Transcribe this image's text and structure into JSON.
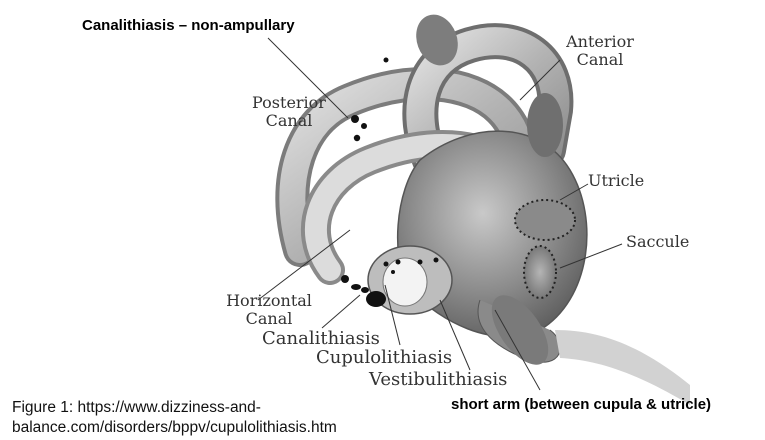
{
  "annotations": {
    "canalithiasis_note": "Canalithiasis – non-ampullary",
    "short_arm_note": "short arm (between cupula & utricle)"
  },
  "labels": {
    "anterior_canal": [
      "Anterior",
      "Canal"
    ],
    "posterior_canal": [
      "Posterior",
      "Canal"
    ],
    "utricle": "Utricle",
    "saccule": "Saccule",
    "horizontal_canal": [
      "Horizontal",
      "Canal"
    ],
    "canalithiasis": "Canalithiasis",
    "cupulolithiasis": "Cupulolithiasis",
    "vestibulithiasis": "Vestibulithiasis"
  },
  "caption": {
    "line1": "Figure 1: https://www.dizziness-and-",
    "line2": "balance.com/disorders/bppv/cupulolithiasis.htm"
  }
}
